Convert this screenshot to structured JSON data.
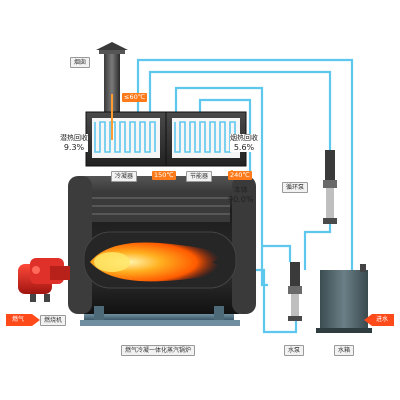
{
  "labels": {
    "chimney": "烟囱",
    "condenser": "冷凝器",
    "economizer": "节能器",
    "circulation_pump": "循环泵",
    "water_pump": "水泵",
    "water_tank": "水箱",
    "burner": "燃烧机",
    "gas_in": "燃气",
    "water_in": "进水",
    "boiler_title": "燃气冷凝一体化蒸汽锅炉"
  },
  "temperatures": {
    "exhaust": "≤60℃",
    "mid": "150℃",
    "inlet": "240℃"
  },
  "stats": {
    "condenser": {
      "label": "潜热回收",
      "value": "9.3%"
    },
    "economizer": {
      "label": "烟热回收",
      "value": "5.6%"
    },
    "body": {
      "label": "本体",
      "value": "90.0%"
    }
  },
  "colors": {
    "pipe": "#5ec7ee",
    "flue": "#ff9c30",
    "shell": "#2a2a2a",
    "tank": "#4f6268",
    "burner": "#d8231d",
    "arrow": "#ff4a1a"
  },
  "icons": [
    "flame-icon",
    "pump-icon",
    "chimney-icon"
  ]
}
